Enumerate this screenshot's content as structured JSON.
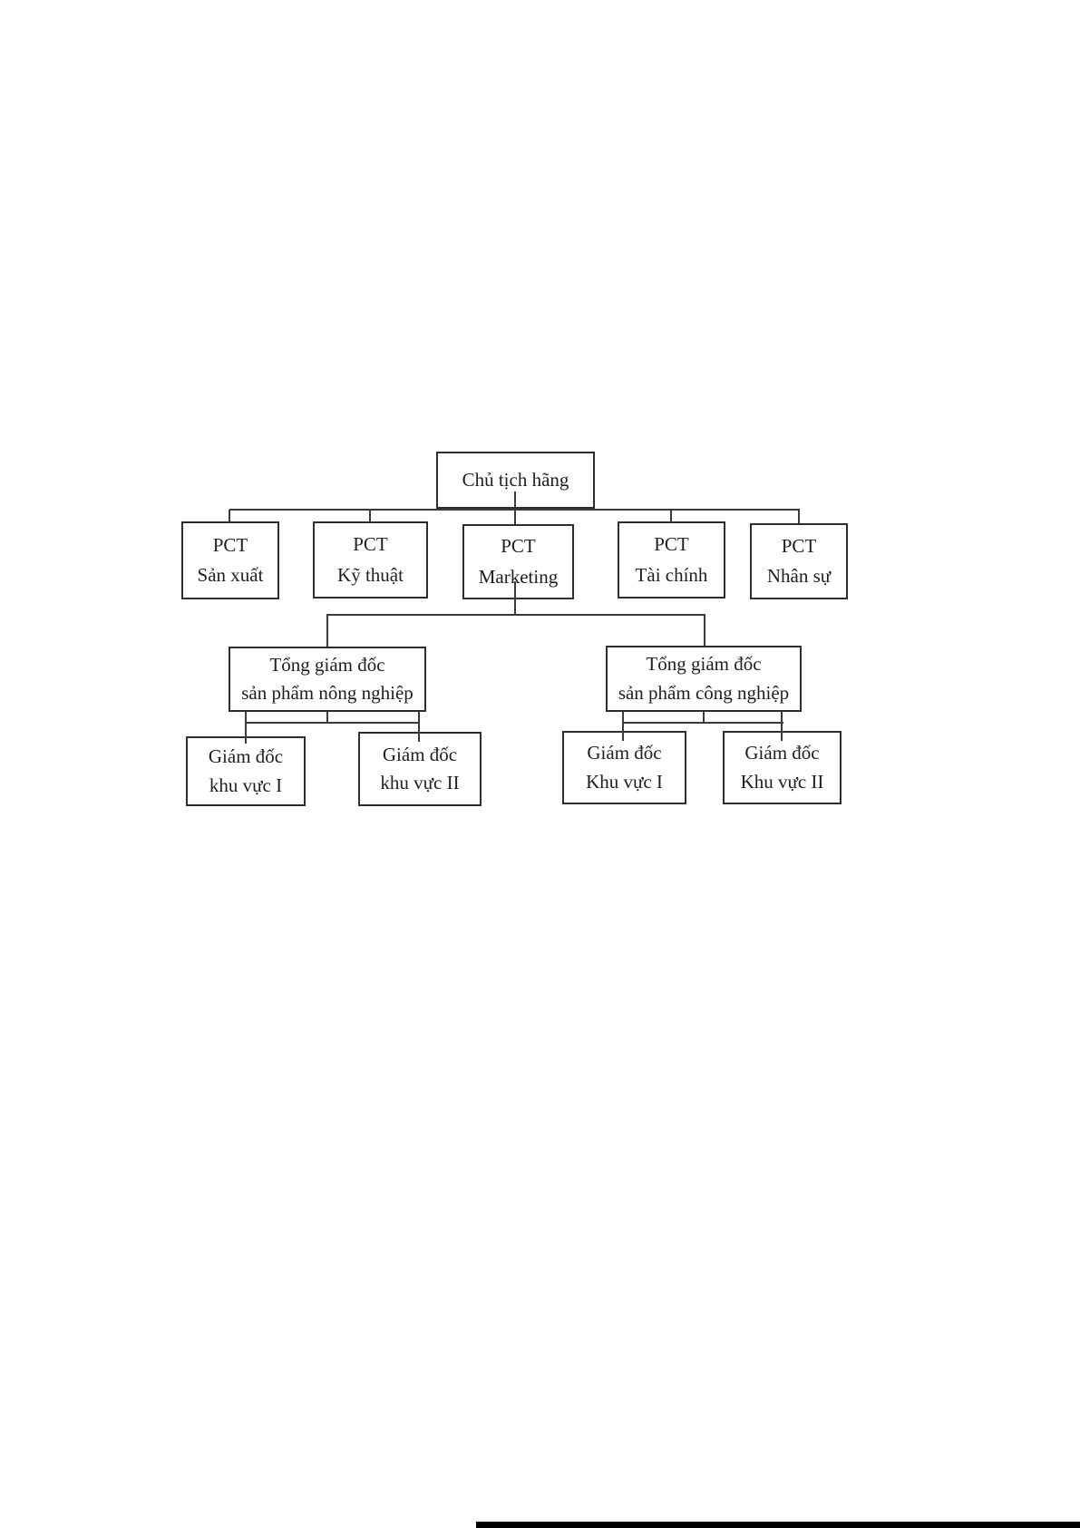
{
  "diagram": {
    "title": "Organization chart",
    "colors": {
      "line": "#3a3a3a",
      "border": "#2e2e2e",
      "text": "#1f1f1f",
      "background": "#ffffff"
    },
    "root": {
      "label": "Chủ tịch hãng"
    },
    "vice_presidents": [
      {
        "line1": "PCT",
        "line2": "Sản xuất"
      },
      {
        "line1": "PCT",
        "line2": "Kỹ thuật"
      },
      {
        "line1": "PCT",
        "line2": "Marketing"
      },
      {
        "line1": "PCT",
        "line2": "Tài chính"
      },
      {
        "line1": "PCT",
        "line2": "Nhân sự"
      }
    ],
    "general_directors": [
      {
        "line1": "Tổng giám đốc",
        "line2": "sản phẩm nông nghiệp"
      },
      {
        "line1": "Tổng giám đốc",
        "line2": "sản phẩm công nghiệp"
      }
    ],
    "regional_directors": [
      {
        "line1": "Giám đốc",
        "line2": "khu vực I"
      },
      {
        "line1": "Giám đốc",
        "line2": "khu vực II"
      },
      {
        "line1": "Giám đốc",
        "line2": "Khu vực I"
      },
      {
        "line1": "Giám đốc",
        "line2": "Khu vực II"
      }
    ]
  }
}
